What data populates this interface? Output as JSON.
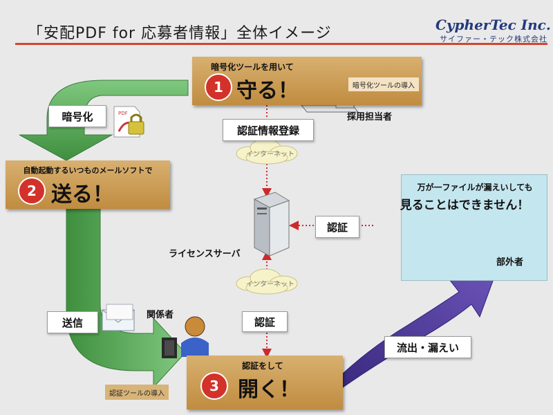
{
  "header": {
    "title": "「安配PDF for 応募者情報」全体イメージ",
    "logo_en": "CypherTec Inc.",
    "logo_ja": "サイファー・テック株式会社"
  },
  "step1": {
    "caption": "暗号化ツールを用いて",
    "number": "1",
    "action": "守る！",
    "note": "暗号化ツールの導入"
  },
  "step2": {
    "caption": "自動起動するいつものメールソフトで",
    "number": "2",
    "action": "送る！"
  },
  "step3": {
    "caption": "認証をして",
    "number": "3",
    "action": "開く！",
    "note": "認証ツールの導入"
  },
  "labels": {
    "encrypt": "暗号化",
    "auth_register": "認証情報登録",
    "auth_mid": "認証",
    "auth_bottom": "認証",
    "send": "送信",
    "leak": "流出・漏えい",
    "internet_top": "インターネット",
    "internet_bottom": "インターネット",
    "server": "ライセンスサーバ",
    "recruiter": "採用担当者",
    "related": "関係者",
    "outsider": "部外者",
    "panel_line1": "万が一ファイルが漏えいしても",
    "panel_line2": "見ることはできません！"
  },
  "colors": {
    "green_arrow": "#4fa04f",
    "purple_arrow": "#5a3f9e",
    "orange_box": "#c9974e",
    "number_red": "#d2322a",
    "panel": "#c4e6ef",
    "dotted_red": "#cc2a2a"
  }
}
